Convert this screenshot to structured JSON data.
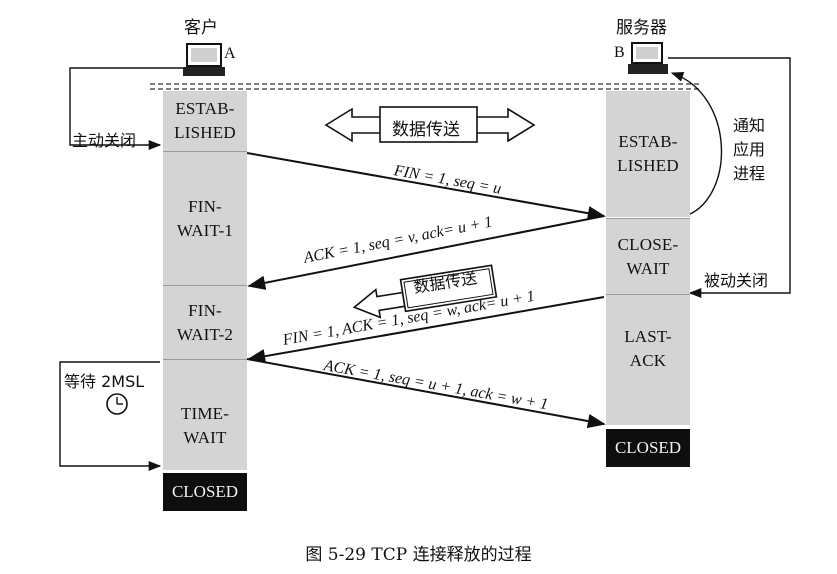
{
  "client": {
    "title": "客户",
    "host": "A"
  },
  "server": {
    "title": "服务器",
    "host": "B"
  },
  "client_states": [
    "ESTAB-\nLISHED",
    "FIN-\nWAIT-1",
    "FIN-\nWAIT-2",
    "TIME-\nWAIT"
  ],
  "server_states": [
    "ESTAB-\nLISHED",
    "CLOSE-\nWAIT",
    "LAST-\nACK"
  ],
  "client_closed": "CLOSED",
  "server_closed": "CLOSED",
  "active_close": "主动关闭",
  "passive_close": "被动关闭",
  "notify_app": [
    "通知",
    "应用",
    "进程"
  ],
  "data_transfer_1": "数据传送",
  "data_transfer_2": "数据传送",
  "wait_2msl": "等待 2MSL",
  "messages": [
    "FIN = 1, seq = u",
    "ACK = 1, seq = v, ack= u + 1",
    "FIN = 1, ACK = 1, seq = w, ack= u + 1",
    "ACK = 1, seq = u + 1, ack = w + 1"
  ],
  "caption": "图 5-29    TCP 连接释放的过程"
}
